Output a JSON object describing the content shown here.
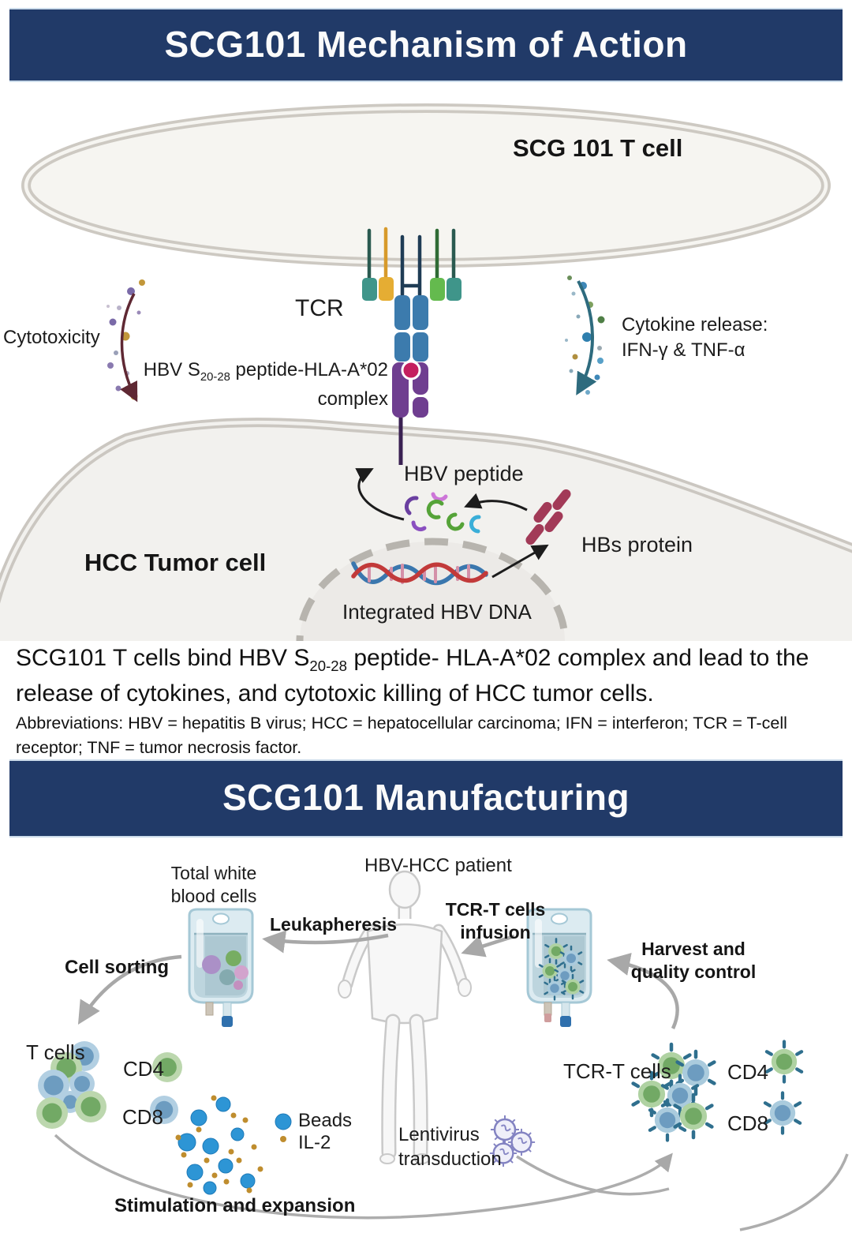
{
  "moa": {
    "banner_title": "SCG101 Mechanism of Action",
    "t_cell": "SCG 101 T cell",
    "tcr": "TCR",
    "cytotoxicity": "Cytotoxicity",
    "cytokine_release_line1": "Cytokine release:",
    "cytokine_release_line2": "IFN-γ & TNF-α",
    "complex_pre": "HBV S",
    "complex_sub": "20-28",
    "complex_post": " peptide-HLA-A*02",
    "complex_line2": "complex",
    "hbv_peptide": "HBV peptide",
    "hbs_protein": "HBs protein",
    "hcc_tumor_cell": "HCC Tumor cell",
    "integrated_dna": "Integrated HBV DNA",
    "summary_pre": "SCG101 T cells bind HBV S",
    "summary_sub": "20-28",
    "summary_post": " peptide- HLA-A*02  complex and lead to the release of cytokines, and cytotoxic killing of HCC tumor cells.",
    "abbreviations": "Abbreviations: HBV = hepatitis B virus; HCC = hepatocellular carcinoma; IFN = interferon; TCR = T-cell receptor; TNF = tumor necrosis factor."
  },
  "manufacturing": {
    "banner_title": "SCG101 Manufacturing",
    "patient": "HBV-HCC patient",
    "total_white_line1": "Total white",
    "total_white_line2": "blood cells",
    "leukapheresis": "Leukapheresis",
    "infusion_line1": "TCR-T cells",
    "infusion_line2": "infusion",
    "harvest_line1": "Harvest and",
    "harvest_line2": "quality control",
    "cell_sorting": "Cell sorting",
    "t_cells": "T cells",
    "cd4_left": "CD4",
    "cd8_left": "CD8",
    "beads": "Beads",
    "il2": "IL-2",
    "lentivirus_line1": "Lentivirus",
    "lentivirus_line2": "transduction",
    "tcr_t_cells": "TCR-T cells",
    "cd4_right": "CD4",
    "cd8_right": "CD8",
    "stimulation": "Stimulation and expansion"
  },
  "colors": {
    "banner_navy": "#213a68",
    "tcr_blue": "#3c7bad",
    "hla_purple": "#6f3e90",
    "peptide_crimson": "#c41f5f",
    "hbs_crimson": "#a23a57",
    "cytotoxicity_arrow": "#5f2833",
    "cytokine_arrow": "#2e6b7e",
    "bead_blue": "#2d95d5",
    "il2_gold": "#bf8d2e"
  }
}
